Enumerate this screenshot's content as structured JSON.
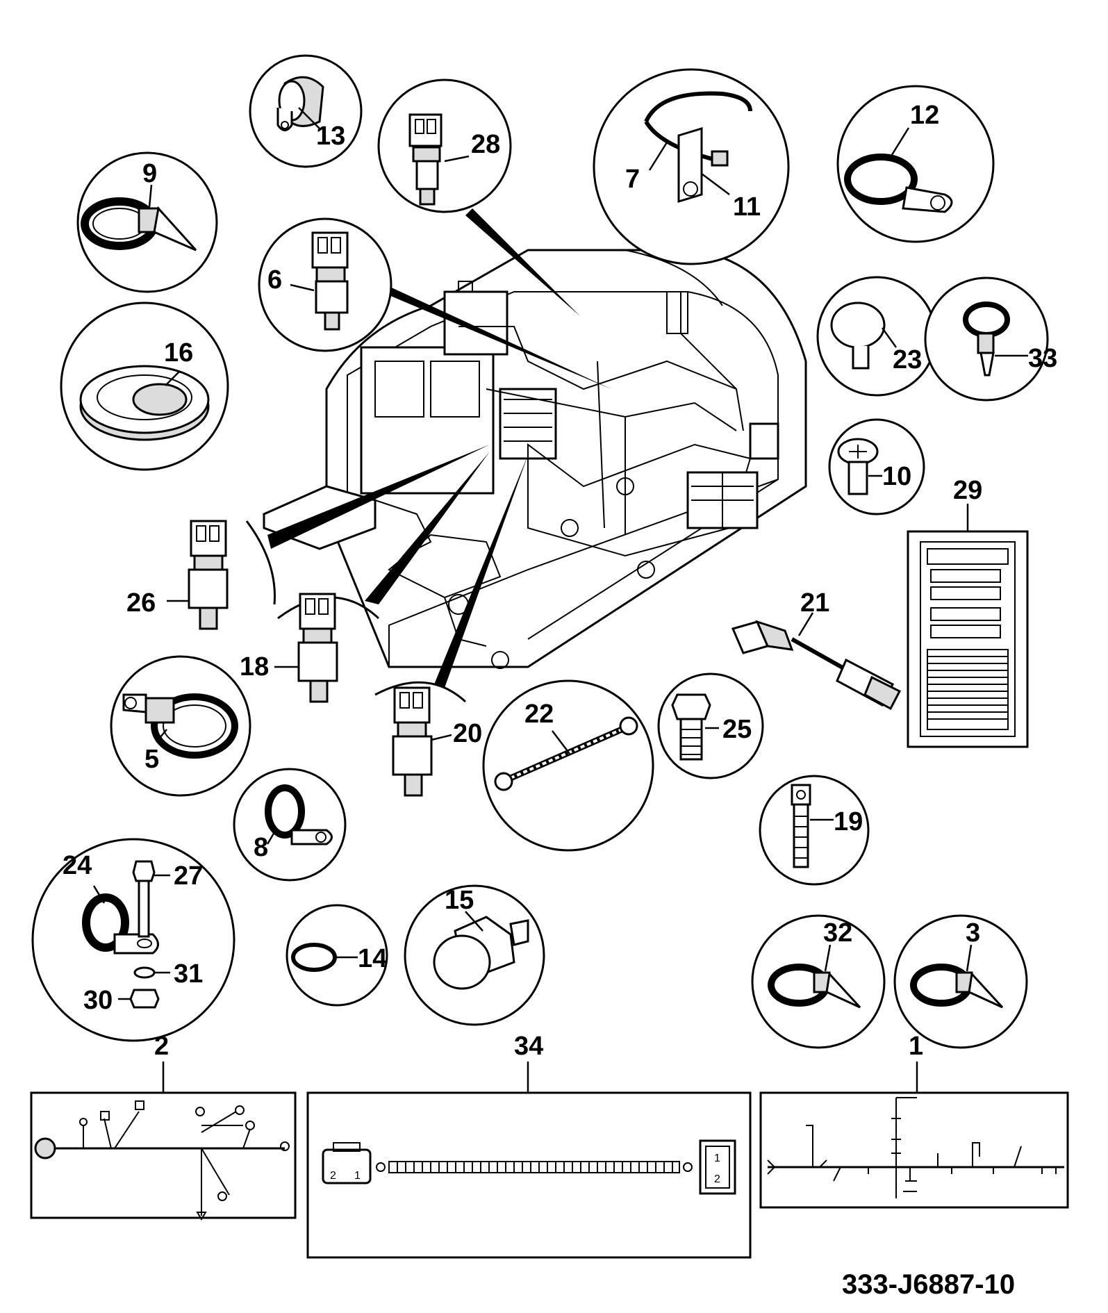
{
  "drawing_ref": "333-J6887-10",
  "callouts": {
    "c1": "1",
    "c2": "2",
    "c3": "3",
    "c5": "5",
    "c6": "6",
    "c7": "7",
    "c8": "8",
    "c9": "9",
    "c10": "10",
    "c11": "11",
    "c12": "12",
    "c13": "13",
    "c14": "14",
    "c15": "15",
    "c16": "16",
    "c18": "18",
    "c19": "19",
    "c20": "20",
    "c21": "21",
    "c22": "22",
    "c23": "23",
    "c24": "24",
    "c25": "25",
    "c26": "26",
    "c27": "27",
    "c28": "28",
    "c29": "29",
    "c30": "30",
    "c31": "31",
    "c32": "32",
    "c33": "33",
    "c34": "34"
  },
  "connector_pins": {
    "pin1": "1",
    "pin2": "2"
  }
}
